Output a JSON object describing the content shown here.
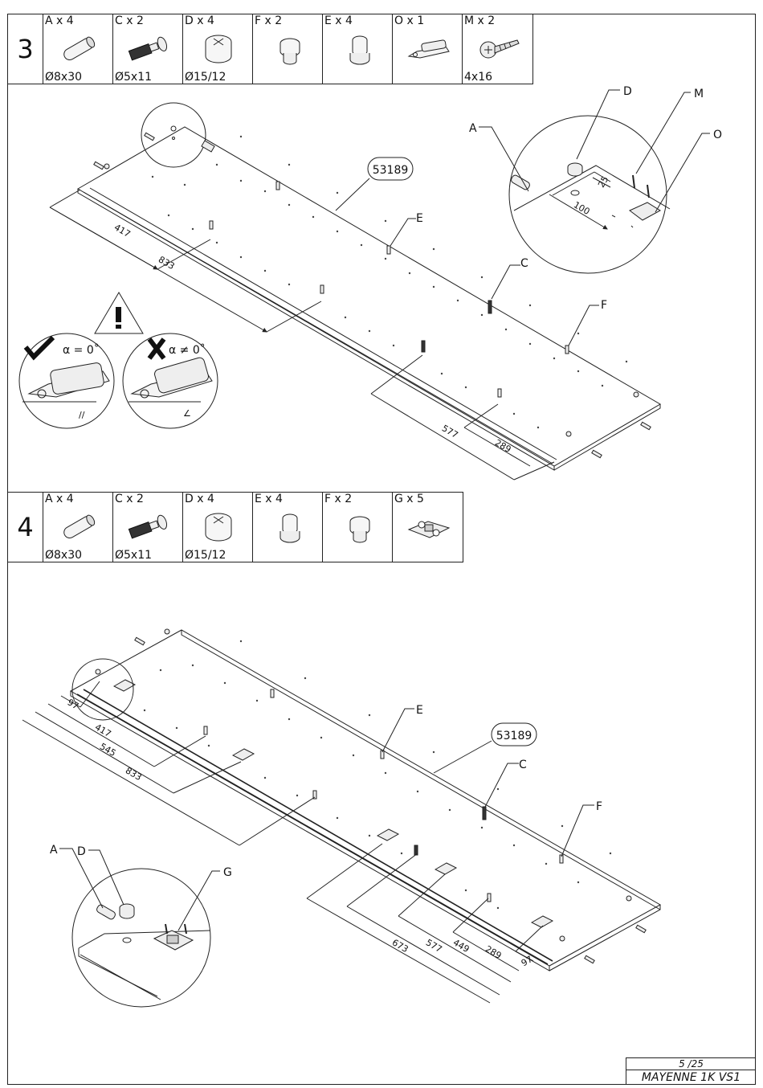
{
  "step3": {
    "number": "3",
    "parts": [
      {
        "qty": "A x 4",
        "size": "Ø8x30",
        "icon": "dowel-icon"
      },
      {
        "qty": "C x 2",
        "size": "Ø5x11",
        "icon": "cam-bolt-icon"
      },
      {
        "qty": "D x 4",
        "size": "Ø15/12",
        "icon": "cam-lock-icon"
      },
      {
        "qty": "F x 2",
        "size": "",
        "icon": "shelf-support-icon"
      },
      {
        "qty": "E x 4",
        "size": "",
        "icon": "shelf-pin-icon"
      },
      {
        "qty": "O x 1",
        "size": "",
        "icon": "hinge-plate-icon"
      },
      {
        "qty": "M x 2",
        "size": "4x16",
        "icon": "screw-icon"
      }
    ],
    "panel_code": "53189",
    "labels": {
      "a": "A",
      "c": "C",
      "d": "D",
      "e": "E",
      "f": "F",
      "m": "M",
      "o": "O"
    },
    "dims": {
      "d417": "417",
      "d833": "833",
      "d577": "577",
      "d289": "289",
      "d25": "25",
      "d100": "100"
    },
    "warning": {
      "ok": "α = 0˚",
      "bad": "α ≠ 0˚",
      "ok_mark": "//",
      "bad_mark": "∠"
    }
  },
  "step4": {
    "number": "4",
    "parts": [
      {
        "qty": "A x 4",
        "size": "Ø8x30",
        "icon": "dowel-icon"
      },
      {
        "qty": "C x 2",
        "size": "Ø5x11",
        "icon": "cam-bolt-icon"
      },
      {
        "qty": "D x 4",
        "size": "Ø15/12",
        "icon": "cam-lock-icon"
      },
      {
        "qty": "E x 4",
        "size": "",
        "icon": "shelf-pin-icon"
      },
      {
        "qty": "F x 2",
        "size": "",
        "icon": "shelf-support-icon"
      },
      {
        "qty": "G x 5",
        "size": "",
        "icon": "mounting-plate-icon"
      }
    ],
    "panel_code": "53189",
    "labels": {
      "a": "A",
      "c": "C",
      "d": "D",
      "e": "E",
      "f": "F",
      "g": "G"
    },
    "dims": {
      "d97a": "97",
      "d417": "417",
      "d545": "545",
      "d833": "833",
      "d673": "673",
      "d577": "577",
      "d449": "449",
      "d289": "289",
      "d97b": "97"
    }
  },
  "footer": {
    "page": "5 /25",
    "model": "MAYENNE 1K VS1"
  }
}
